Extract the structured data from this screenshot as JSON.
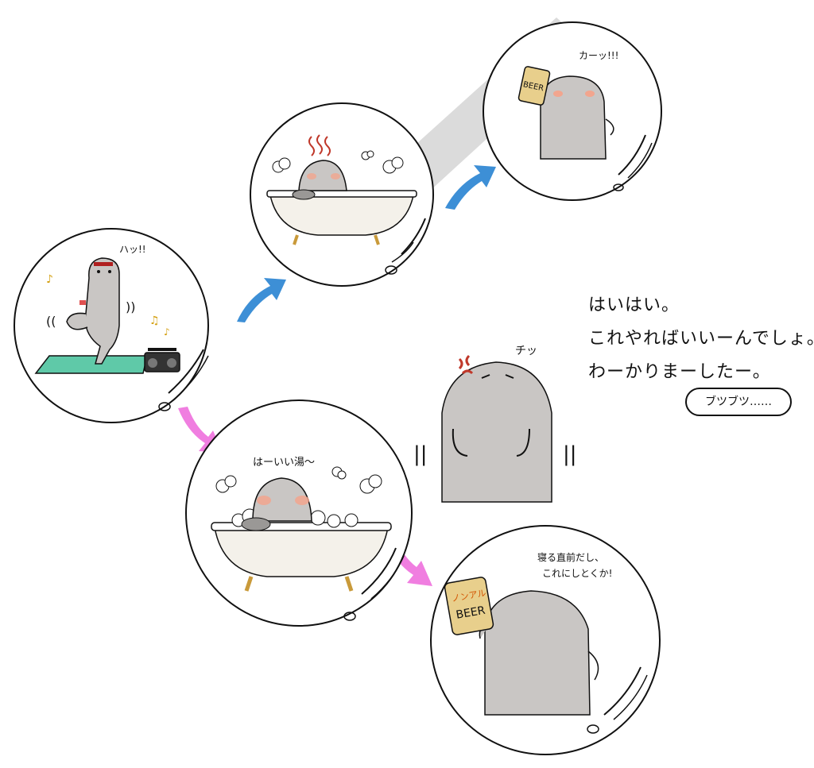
{
  "scenes": {
    "exercise": {
      "exclaim": "ハッ!!"
    },
    "bath_good": {
      "speech": "はーいい湯〜"
    },
    "beer": {
      "exclaim": "カーッ!!!",
      "can_label": "BEER"
    },
    "nonalc": {
      "speech_line1": "寝る直前だし、",
      "speech_line2": "これにしとくか!",
      "can_label_top": "ノンアル",
      "can_label": "BEER"
    }
  },
  "grumpy": {
    "tsk": "チッ"
  },
  "monologue": {
    "line1": "はいはい。",
    "line2": "これやればいいーんでしょ。",
    "line3": "わーかりまーしたー。"
  },
  "grumble": "ブツブツ……",
  "colors": {
    "seal_gray": "#c9c6c4",
    "yoga_mat": "#5fc9a8",
    "arrow_blue": "#3d8fd6",
    "arrow_pink": "#f07ee0",
    "tub_gold": "#c99a3a",
    "can_gold": "#e8cf8c",
    "blush": "#f2a58e"
  }
}
